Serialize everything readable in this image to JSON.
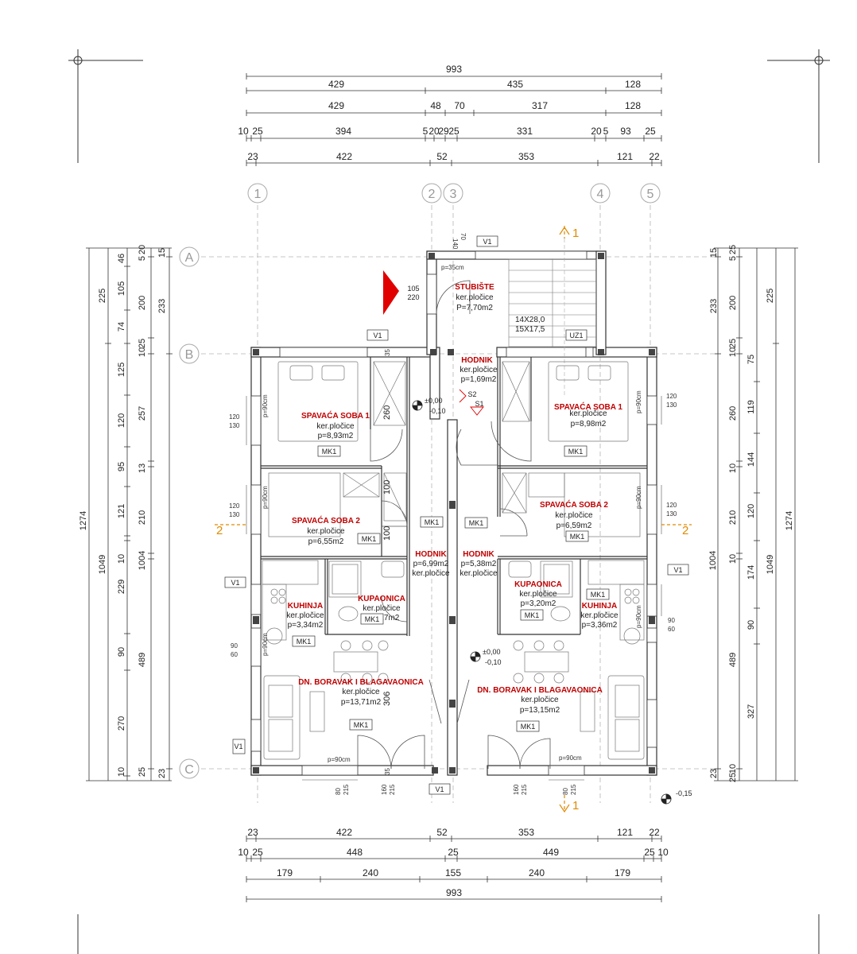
{
  "top_dims": {
    "row1": [
      "993"
    ],
    "row2": [
      "429",
      "435",
      "128"
    ],
    "row3": [
      "429",
      "48",
      "70",
      "317",
      "128"
    ],
    "row4": [
      "10",
      "25",
      "394",
      "5",
      "20",
      "29",
      "25",
      "331",
      "20",
      "5",
      "93",
      "25"
    ],
    "row5": [
      "23",
      "422",
      "52",
      "353",
      "121",
      "22"
    ]
  },
  "bottom_dims": {
    "row1": [
      "23",
      "422",
      "52",
      "353",
      "121",
      "22"
    ],
    "row2": [
      "10",
      "25",
      "448",
      "25",
      "449",
      "25",
      "10"
    ],
    "row3": [
      "179",
      "240",
      "155",
      "240",
      "179"
    ],
    "row4": [
      "993"
    ]
  },
  "left_dims": {
    "outer": [
      "1274"
    ],
    "col2": [
      "225",
      "1049"
    ],
    "col3": [
      "46",
      "105",
      "74",
      "125",
      "120",
      "95",
      "121",
      "10",
      "229",
      "90",
      "270",
      "10"
    ],
    "col4": [
      "20",
      "5",
      "200",
      "25",
      "10",
      "257",
      "13",
      "210",
      "1004",
      "489",
      "25"
    ],
    "col5": [
      "15",
      "233",
      "23"
    ]
  },
  "right_dims": {
    "col5": [
      "15",
      "233",
      "23"
    ],
    "col4": [
      "25",
      "5",
      "200",
      "25",
      "10",
      "260",
      "10",
      "210",
      "10",
      "1004",
      "489",
      "10",
      "25"
    ],
    "col3": [
      "75",
      "119",
      "144",
      "120",
      "174",
      "90",
      "327"
    ],
    "col2": [
      "225",
      "1049"
    ],
    "outer": [
      "1274"
    ]
  },
  "axes": {
    "columns": [
      "1",
      "2",
      "3",
      "4",
      "5"
    ],
    "rows": [
      "A",
      "B",
      "C"
    ]
  },
  "sections": [
    "1",
    "1",
    "2",
    "2"
  ],
  "staircase": {
    "name": "STUBIŠTE",
    "finish": "ker.pločice",
    "area": "P=7,70m2",
    "spec1": "14X28,0",
    "spec2": "15X17,5",
    "door_w": "105",
    "door_h": "220",
    "p": "p=35cm",
    "top1": "140",
    "top2": "70"
  },
  "rooms_left": [
    {
      "name": "SPAVAĆA SOBA 1",
      "finish": "ker.pločice",
      "area": "p=8,93m2"
    },
    {
      "name": "SPAVAĆA SOBA 2",
      "finish": "ker.pločice",
      "area": "p=6,55m2"
    },
    {
      "name": "KUHINJA",
      "finish": "ker.pločice",
      "area": "p=3,34m2"
    },
    {
      "name": "KUPAONICA",
      "finish": "ker.pločice",
      "area": "p=3,17m2"
    },
    {
      "name": "DN. BORAVAK I BLAGAVAONICA",
      "finish": "ker.pločice",
      "area": "p=13,71m2"
    },
    {
      "name": "HODNIK",
      "finish": "p=6,99m2",
      "area": "ker.pločice"
    }
  ],
  "rooms_right": [
    {
      "name": "SPAVAĆA SOBA 1",
      "finish": "ker.pločice",
      "area": "p=8,98m2"
    },
    {
      "name": "SPAVAĆA SOBA 2",
      "finish": "ker.pločice",
      "area": "p=6,59m2"
    },
    {
      "name": "KUHINJA",
      "finish": "ker.pločice",
      "area": "p=3,36m2"
    },
    {
      "name": "KUPAONICA",
      "finish": "ker.pločice",
      "area": "p=3,20m2"
    },
    {
      "name": "DN. BORAVAK I BLAGAVAONICA",
      "finish": "ker.pločice",
      "area": "p=13,15m2"
    },
    {
      "name": "HODNIK",
      "finish": "p=5,38m2",
      "area": "ker.pločice"
    }
  ],
  "hall_top": {
    "name": "HODNIK",
    "finish": "ker.pločice",
    "area": "p=1,69m2"
  },
  "tags": {
    "mk1": "MK1",
    "v1": "V1",
    "uz1": "UZ1",
    "s1": "S1",
    "s2": "S2",
    "win_a": "120",
    "win_b": "130",
    "win_c": "90",
    "win_d": "60",
    "p90": "p=90cm",
    "h260": "260",
    "h100": "100",
    "h306": "306",
    "h35": "35",
    "sill": [
      "80",
      "215",
      "160",
      "215"
    ]
  },
  "levels": {
    "zero": "±0,00",
    "m010": "-0,10",
    "m015": "-0,15"
  },
  "colors": {
    "wall": "#333333",
    "room_text": "#c00000",
    "section": "#e08a00",
    "entrance": "#e00000",
    "grid": "#b5b5b5"
  }
}
